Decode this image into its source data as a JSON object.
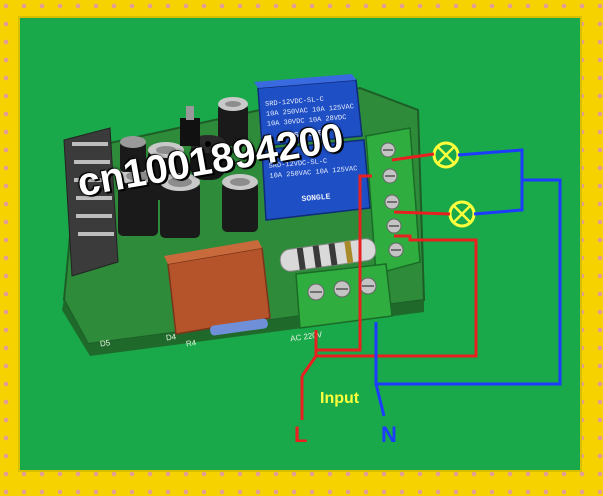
{
  "watermark": "cn1001894200",
  "labels": {
    "input": "Input",
    "line": "L",
    "neutral": "N"
  },
  "relay_top": {
    "line1": "SRD-12VDC-SL-C",
    "line2": "10A 250VAC  10A 125VAC",
    "line3": "10A 30VDC  10A 28VDC",
    "brand": "SONGLE"
  },
  "relay_bottom": {
    "line1": "SRD-12VDC-SL-C",
    "line2": "10A 250VAC  10A 125VAC",
    "brand": "SONGLE"
  },
  "silkscreen": {
    "input_label": "AC 220V",
    "r4": "R4",
    "d4": "D4",
    "d5": "D5"
  },
  "colors": {
    "background": "#19a84a",
    "frame": "#f6d200",
    "line_wire": "#e82020",
    "neutral_wire": "#1c3cff",
    "lamp": "#ffff3c"
  }
}
